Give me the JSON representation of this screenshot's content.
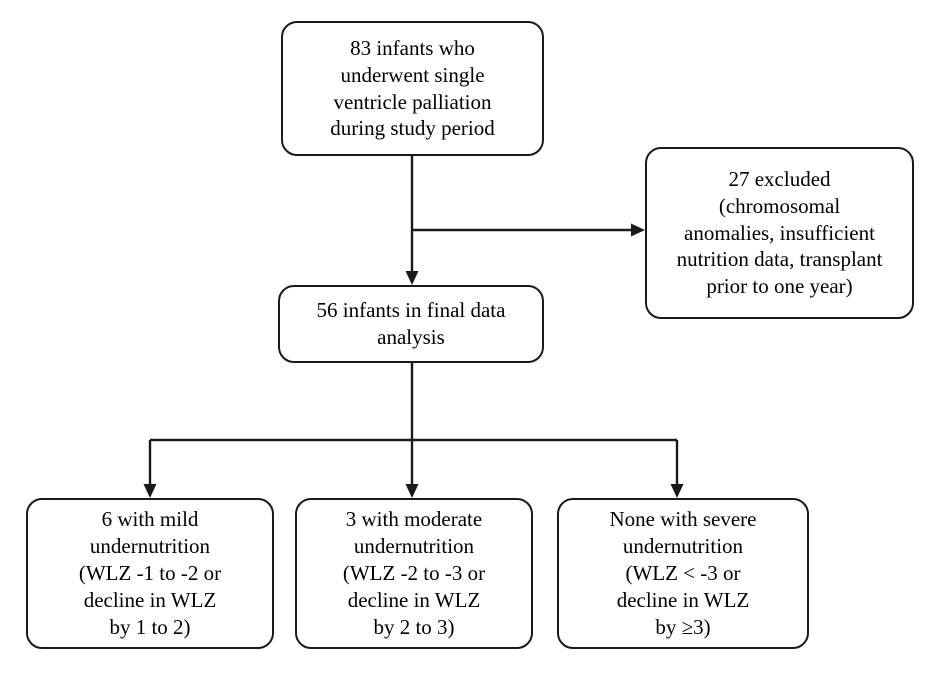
{
  "diagram": {
    "title": "Study participant flow diagram",
    "type": "flowchart",
    "stroke_color": "#1a1a1a",
    "background_color": "#ffffff",
    "nodes": {
      "source": {
        "label": "83 infants who\nunderwent single\nventricle palliation\nduring study period",
        "count": 83
      },
      "excluded": {
        "label": "27 excluded\n(chromosomal\nanomalies, insufficient\nnutrition data, transplant\nprior to one year)",
        "count": 27
      },
      "analysis": {
        "label": "56 infants in final data\nanalysis",
        "count": 56
      },
      "mild": {
        "label": "6 with mild\nundernutrition\n(WLZ -1 to -2 or\ndecline in WLZ\nby 1 to 2)",
        "count": 6
      },
      "moderate": {
        "label": "3 with moderate\nundernutrition\n(WLZ -2 to -3 or\ndecline in WLZ\nby 2 to 3)",
        "count": 3
      },
      "severe": {
        "label": "None with severe\nundernutrition\n(WLZ < -3 or\ndecline in WLZ\nby ≥3)",
        "count": 0
      }
    },
    "edges": [
      {
        "from": "source",
        "to": "excluded",
        "direction": "right"
      },
      {
        "from": "source",
        "to": "analysis",
        "direction": "down"
      },
      {
        "from": "analysis",
        "to": "mild",
        "direction": "down"
      },
      {
        "from": "analysis",
        "to": "moderate",
        "direction": "down"
      },
      {
        "from": "analysis",
        "to": "severe",
        "direction": "down"
      }
    ]
  }
}
